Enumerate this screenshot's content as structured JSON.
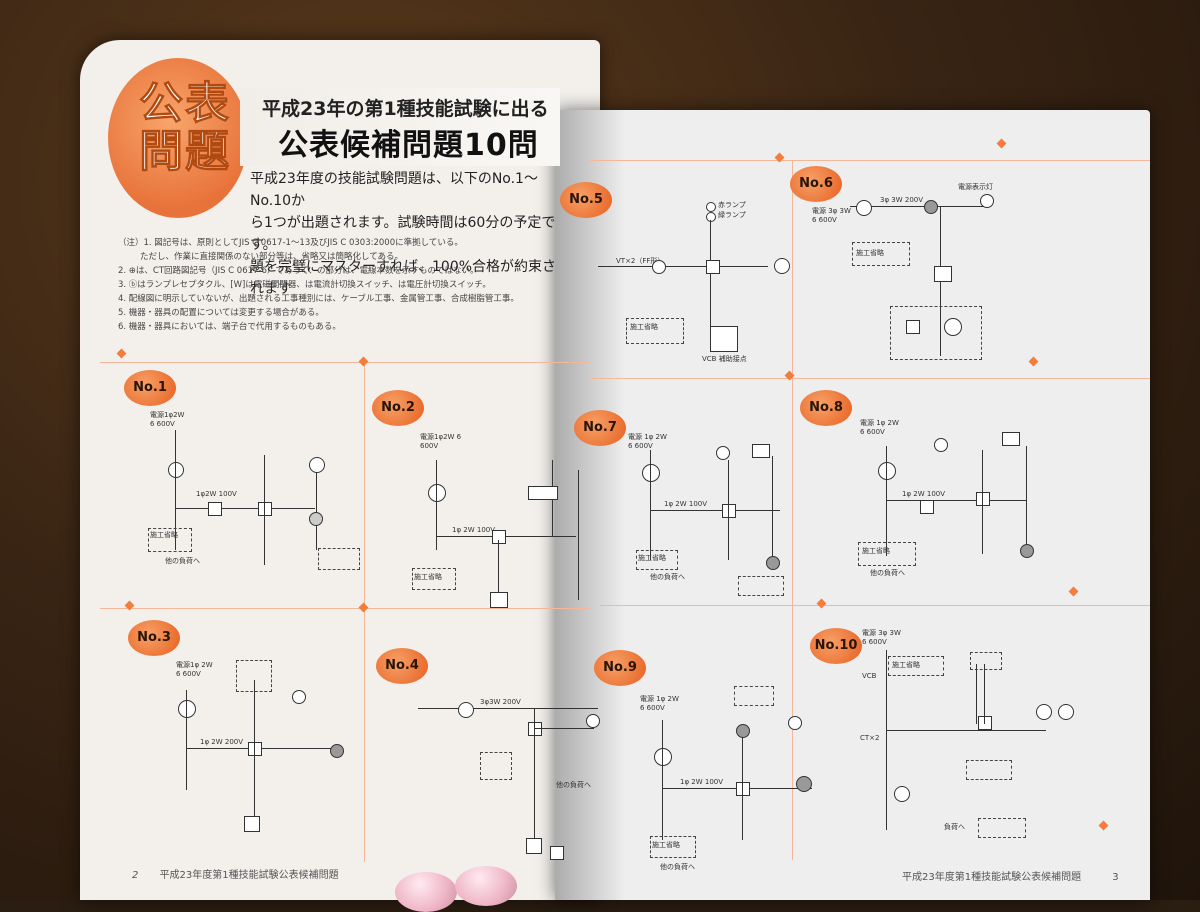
{
  "badge": {
    "text": "公表\n問題"
  },
  "header": {
    "subtitle": "平成23年の第1種技能試験に出る",
    "title": "公表候補問題10問"
  },
  "intro": [
    "平成23年度の技能試験問題は、以下のNo.1～No.10か",
    "ら1つが出題されます。試験時間は60分の予定です。",
    "題を完璧にマスターすれば、100%合格が約束されます"
  ],
  "notes": [
    "（注）1. 図記号は、原則としてJIS C 0617-1～13及びJIS C 0303:2000に準拠している。",
    "ただし、作業に直接関係のない部分等は、省略又は簡略化してある。",
    "2. ⊕は、CT回路図記号（JIS C 0617-6）であって、の部分は、電線本数を示すものではない。",
    "3. ⓑはランプレセプタクル、[W]は電磁開閉器、は電流計切換スイッチ、は電圧計切換スイッチ。",
    "4. 配線図に明示していないが、出題される工事種別には、ケーブル工事、金属管工事、合成樹脂管工事。",
    "5. 機器・器具の配置については変更する場合がある。",
    "6. 機器・器具においては、端子台で代用するものもある。"
  ],
  "problems": [
    "No.1",
    "No.2",
    "No.3",
    "No.4",
    "No.5",
    "No.6",
    "No.7",
    "No.8",
    "No.9",
    "No.10"
  ],
  "labels": {
    "no1_power": "電源1φ2W 6 600V",
    "no1_line": "1φ2W 100V",
    "no1_omit": "施工省略",
    "no1_other": "他の負荷へ",
    "no2_power": "電源1φ2W 6 600V",
    "no2_line": "1φ 2W 100V",
    "no2_omit": "施工省略",
    "no3_power": "電源1φ 2W 6 600V",
    "no3_line": "1φ 2W 200V",
    "no4_line": "3φ3W 200V",
    "no4_other": "他の負荷へ",
    "no5_lamp1": "赤ランプ",
    "no5_lamp2": "緑ランプ",
    "no5_vt": "VT×2（FF形）",
    "no5_omit": "施工省略",
    "no5_vcb": "VCB 補助接点",
    "no6_power": "電源 3φ 3W 6 600V",
    "no6_line": "3φ 3W 200V",
    "no6_lamp": "電源表示灯",
    "no6_omit": "施工省略",
    "no7_power": "電源 1φ 2W 6 600V",
    "no7_line": "1φ 2W 100V",
    "no7_omit": "施工省略",
    "no7_other": "他の負荷へ",
    "no8_power": "電源 1φ 2W 6 600V",
    "no8_line": "1φ 2W 100V",
    "no8_omit": "施工省略",
    "no8_other": "他の負荷へ",
    "no9_power": "電源 1φ 2W 6 600V",
    "no9_line": "1φ 2W 100V",
    "no9_omit": "施工省略",
    "no9_other": "他の負荷へ",
    "no10_power": "電源 3φ 3W 6 600V",
    "no10_vcb": "VCB",
    "no10_omit": "施工省略",
    "no10_ct": "CT×2",
    "no10_other": "負荷へ"
  },
  "footer": {
    "left_page": "2",
    "left_text": "平成23年度第1種技能試験公表候補問題",
    "right_text": "平成23年度第1種技能試験公表候補問題",
    "right_page": "3"
  }
}
